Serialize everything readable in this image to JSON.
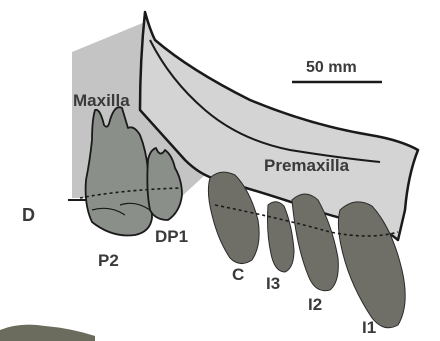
{
  "figure": {
    "labels": {
      "maxilla": "Maxilla",
      "premaxilla": "Premaxilla",
      "scale_bar": "50 mm",
      "direction": "D",
      "p2": "P2",
      "dp1": "DP1",
      "canine": "C",
      "i3": "I3",
      "i2": "I2",
      "i1": "I1"
    },
    "colors": {
      "maxilla_fill": "#c4c4c4",
      "premaxilla_fill": "#d4d4d4",
      "outline": "#1a1a1a",
      "premolar_fill": "#8a8f8a",
      "incisor_fill": "#6f6f68",
      "label_text": "#3a3a3a"
    }
  }
}
